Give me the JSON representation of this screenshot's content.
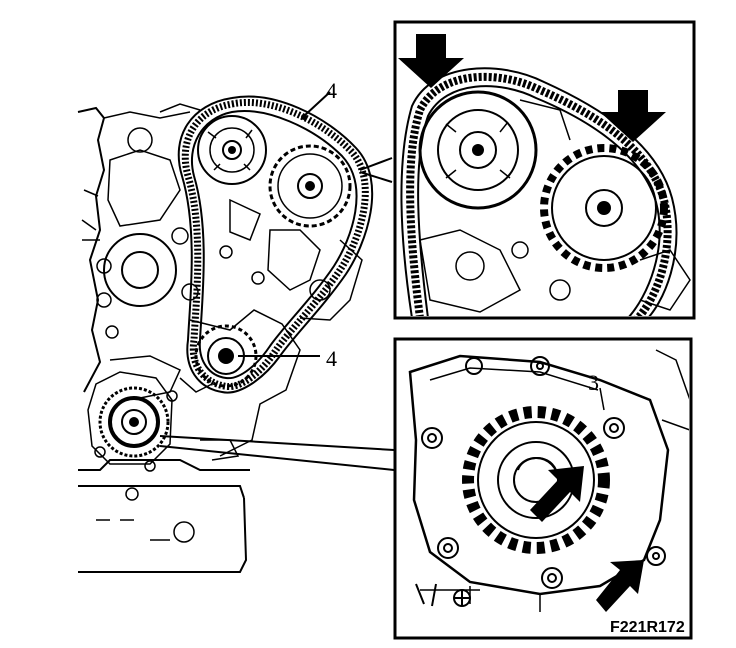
{
  "figure": {
    "callouts": {
      "belt_label": "4",
      "roller_label": "4",
      "pump_label": "3"
    },
    "figure_code": "F221R172"
  }
}
